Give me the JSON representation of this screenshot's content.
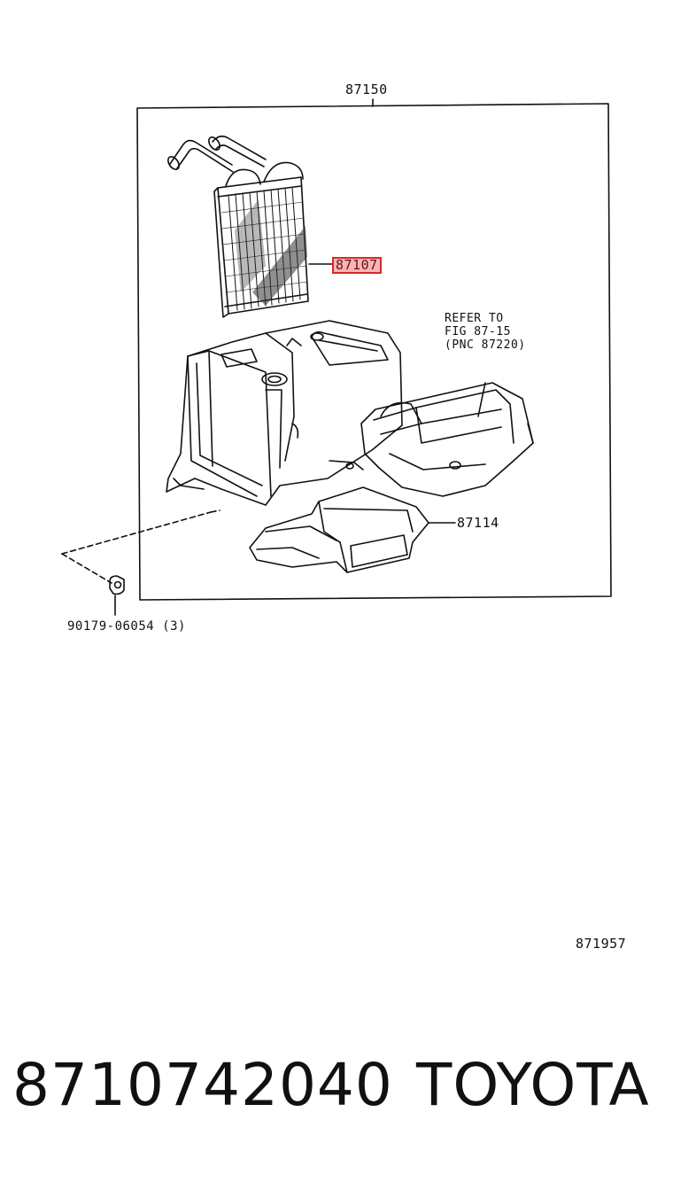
{
  "diagram": {
    "assembly_label": "87150",
    "heater_core_label": "87107",
    "duct_label": "87114",
    "fastener_label": "90179-06054",
    "fastener_qty": "(3)",
    "refer_note": {
      "line1": "REFER TO",
      "line2": "FIG 87-15",
      "line3": "(PNC 87220)"
    },
    "figure_code": "871957"
  },
  "footer": {
    "part_number": "8710742040",
    "brand": "TOYOTA"
  },
  "colors": {
    "line": "#111111",
    "highlight_border": "#d62b2b",
    "highlight_fill": "#f6b6b6"
  }
}
